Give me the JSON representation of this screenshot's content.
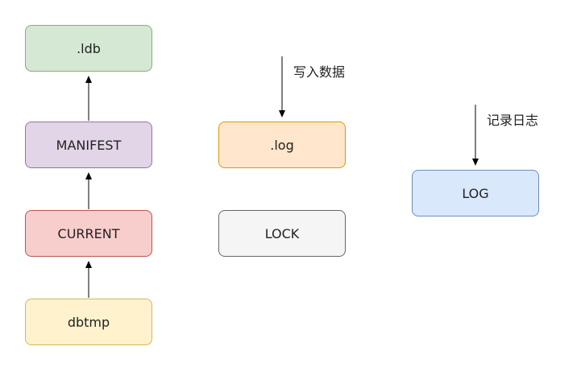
{
  "nodes": {
    "ldb": {
      "label": ".ldb",
      "fill": "#d5e8d4",
      "stroke": "#82b366"
    },
    "manifest": {
      "label": "MANIFEST",
      "fill": "#e1d5e7",
      "stroke": "#9673a6"
    },
    "current": {
      "label": "CURRENT",
      "fill": "#f8cecc",
      "stroke": "#b85450"
    },
    "dbtmp": {
      "label": "dbtmp",
      "fill": "#fff2cc",
      "stroke": "#d6b656"
    },
    "log_file": {
      "label": ".log",
      "fill": "#ffe6cc",
      "stroke": "#d79b00"
    },
    "lock": {
      "label": "LOCK",
      "fill": "#f5f5f5",
      "stroke": "#666666"
    },
    "log_dir": {
      "label": "LOG",
      "fill": "#dae8fc",
      "stroke": "#6c8ebf"
    }
  },
  "annotations": {
    "write_data": "写入数据",
    "record_log": "记录日志"
  },
  "edges": [
    {
      "from": "dbtmp",
      "to": "current"
    },
    {
      "from": "current",
      "to": "manifest"
    },
    {
      "from": "manifest",
      "to": "ldb"
    }
  ]
}
